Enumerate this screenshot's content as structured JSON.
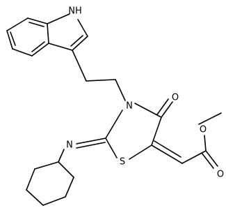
{
  "molecule": {
    "atoms": {
      "indole_nh": "NH",
      "ring_n": "N",
      "ketone_o": "O",
      "ring_s": "S",
      "imine_n": "N",
      "ester_o_single": "O",
      "ester_o_double": "O"
    }
  }
}
